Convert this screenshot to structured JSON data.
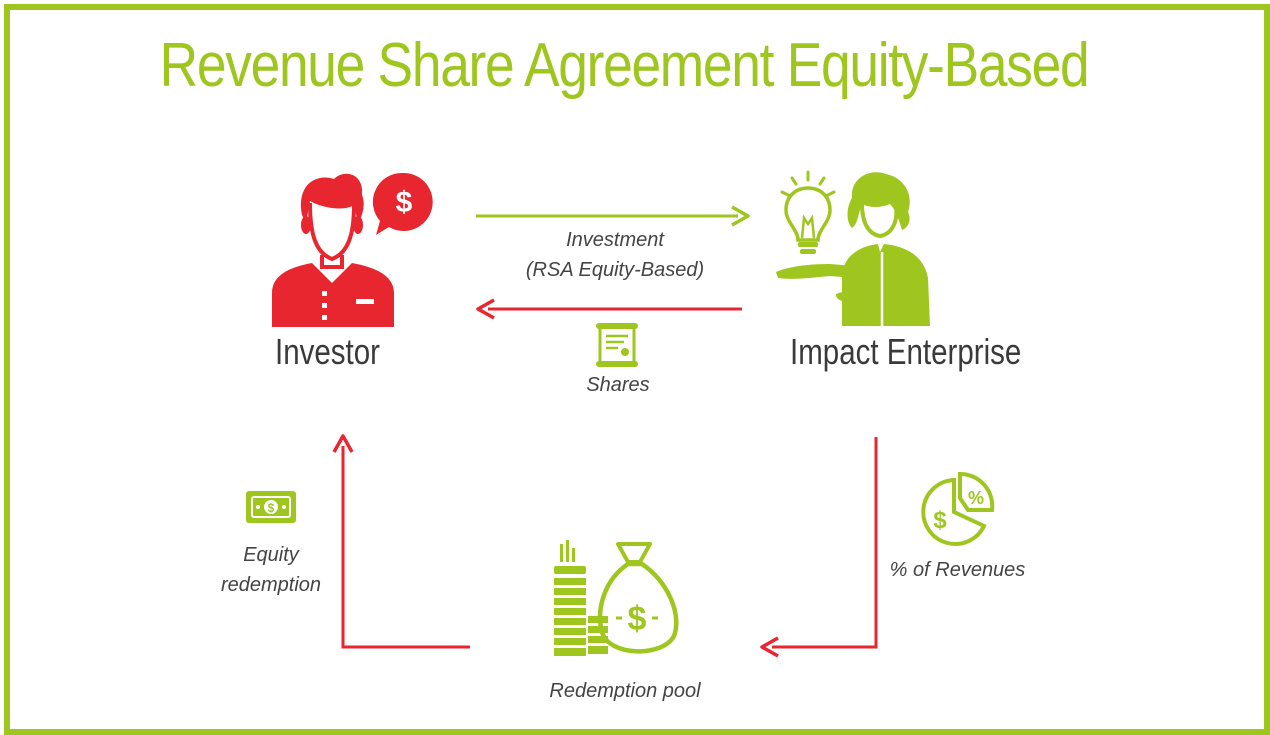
{
  "title": "Revenue Share Agreement Equity-Based",
  "colors": {
    "green": "#9ec61f",
    "red": "#e8262f",
    "text": "#3a3a3a"
  },
  "nodes": {
    "investor": {
      "label": "Investor",
      "icon": "investor-icon"
    },
    "enterprise": {
      "label": "Impact Enterprise",
      "icon": "businesswoman-idea-icon"
    },
    "pool": {
      "label": "Redemption pool",
      "icon": "money-bag-coins-icon"
    }
  },
  "edges": {
    "investment": {
      "line1": "Investment",
      "line2": "(RSA Equity-Based)"
    },
    "shares": {
      "label": "Shares",
      "icon": "certificate-scroll-icon"
    },
    "revenues": {
      "label": "% of Revenues",
      "icon": "pie-chart-percent-icon"
    },
    "redemption": {
      "line1": "Equity",
      "line2": "redemption",
      "icon": "banknote-icon"
    }
  }
}
